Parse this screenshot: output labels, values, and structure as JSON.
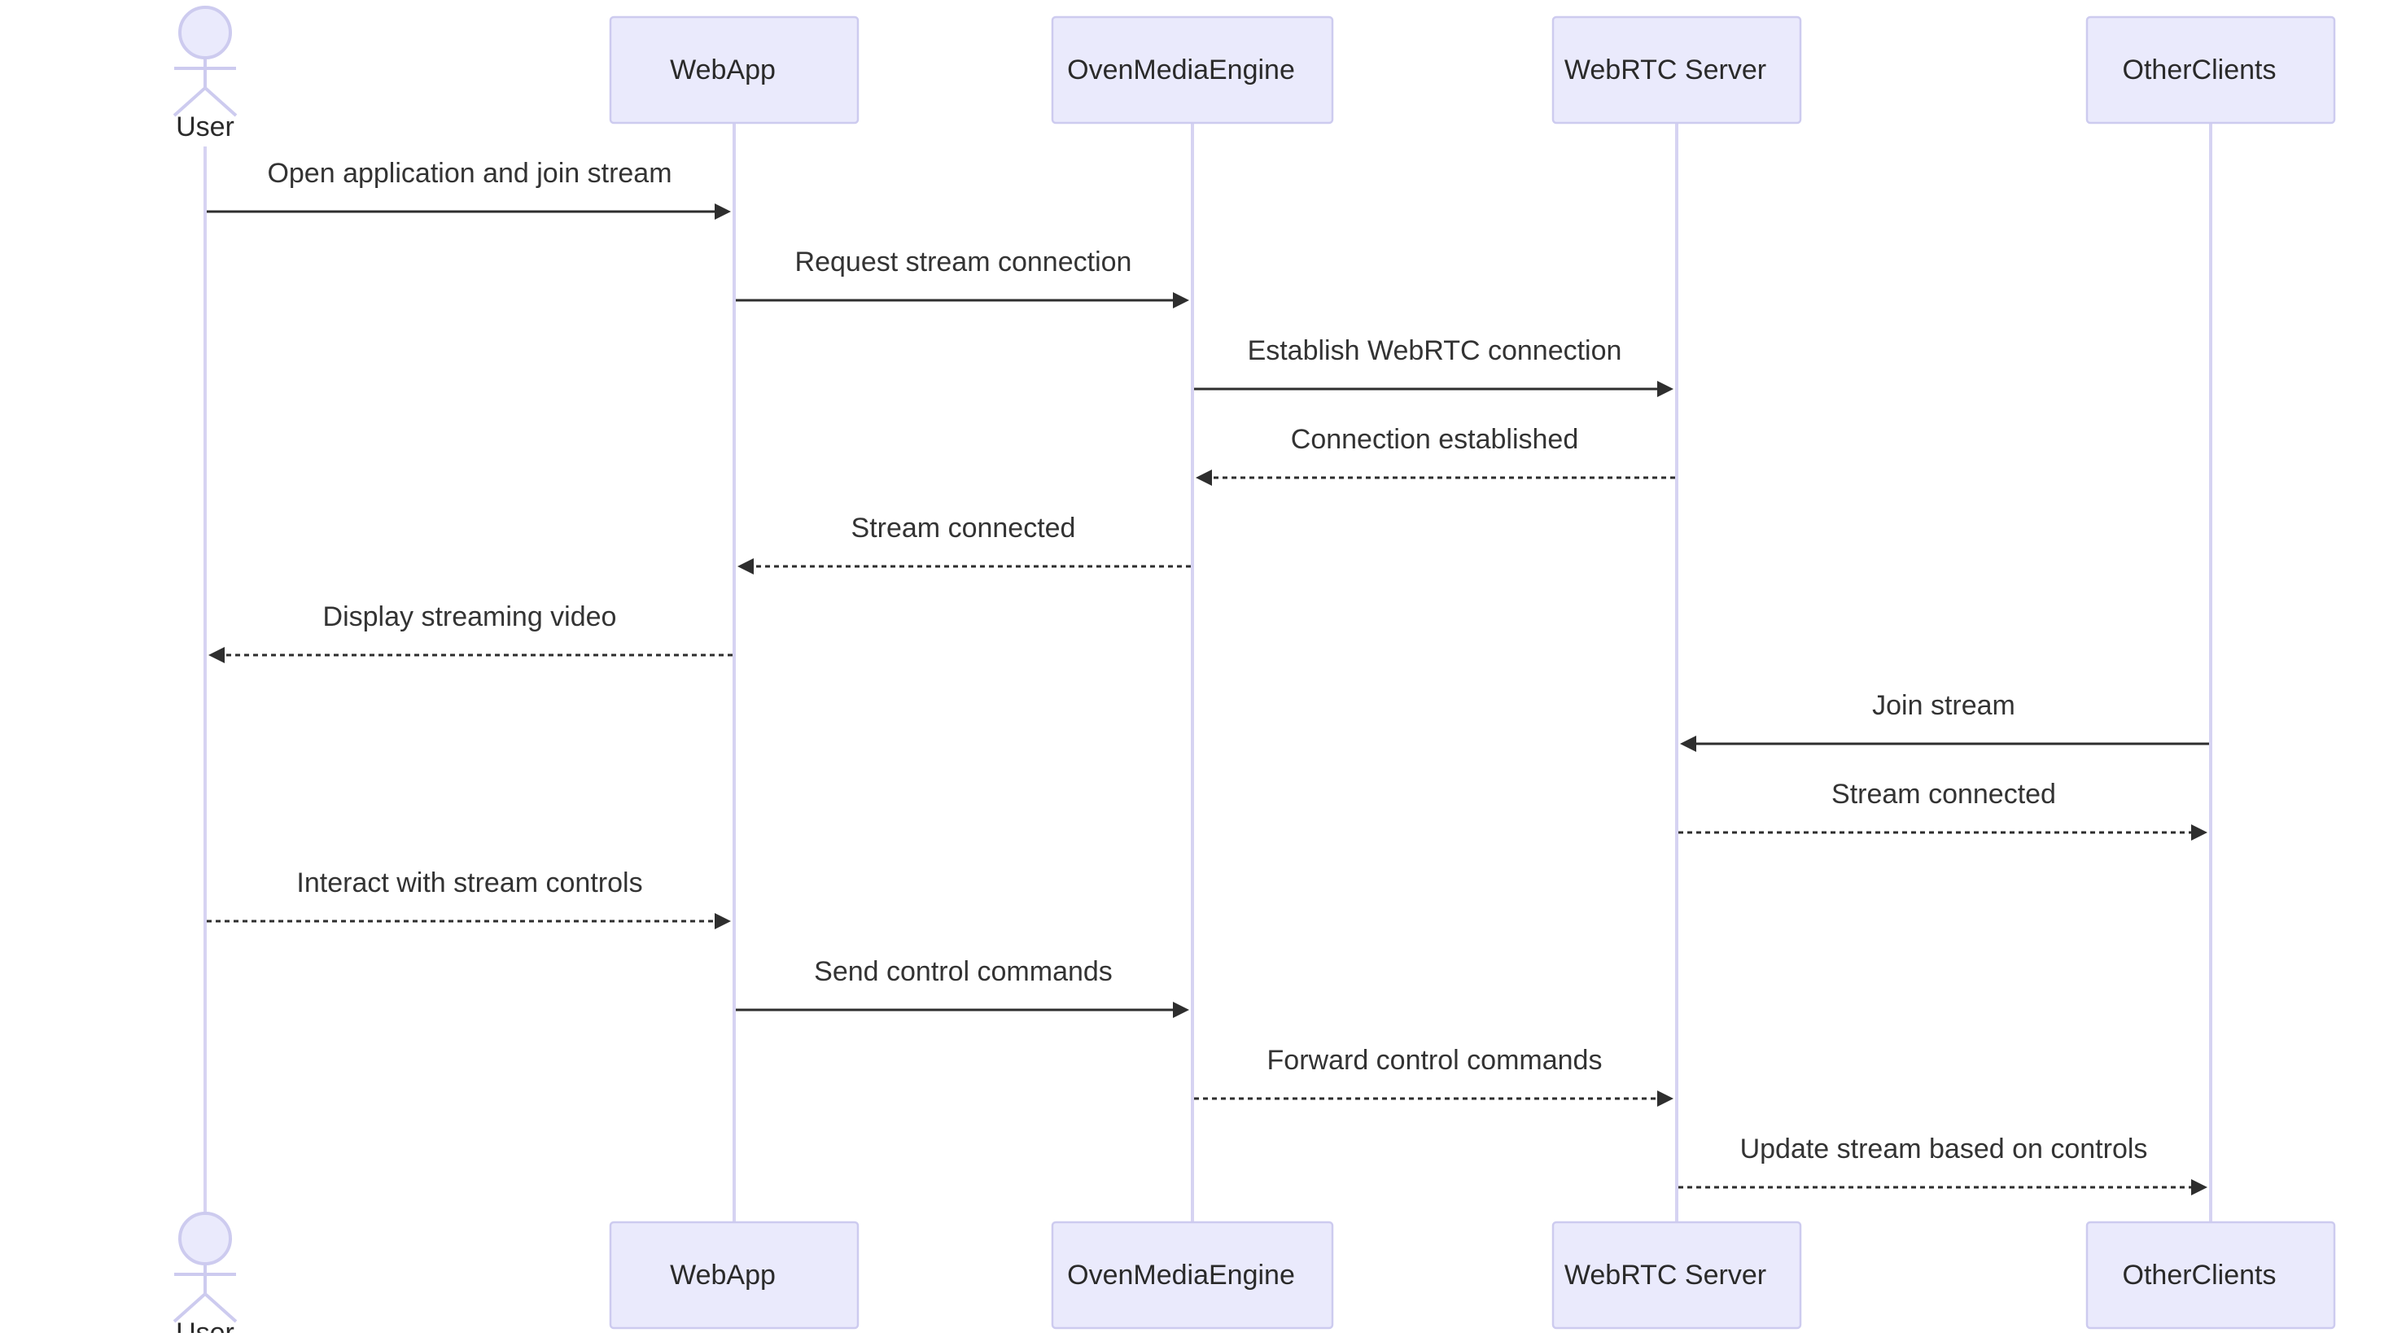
{
  "diagram": {
    "type": "sequence",
    "colors": {
      "participant_fill": "#eaeafc",
      "participant_stroke": "#cdcbef",
      "lifeline": "#d6d3f2",
      "message": "#2e2e2e",
      "text": "#333333"
    },
    "participants": [
      {
        "id": "user",
        "label": "User",
        "kind": "actor"
      },
      {
        "id": "webapp",
        "label": "WebApp",
        "kind": "box"
      },
      {
        "id": "ome",
        "label": "OvenMediaEngine",
        "kind": "box"
      },
      {
        "id": "webrtc",
        "label": "WebRTC Server",
        "kind": "box"
      },
      {
        "id": "clients",
        "label": "OtherClients",
        "kind": "box"
      }
    ],
    "messages": [
      {
        "from": "user",
        "to": "webapp",
        "label": "Open application and join stream",
        "style": "solid"
      },
      {
        "from": "webapp",
        "to": "ome",
        "label": "Request stream connection",
        "style": "solid"
      },
      {
        "from": "ome",
        "to": "webrtc",
        "label": "Establish WebRTC connection",
        "style": "solid"
      },
      {
        "from": "webrtc",
        "to": "ome",
        "label": "Connection established",
        "style": "dotted"
      },
      {
        "from": "ome",
        "to": "webapp",
        "label": "Stream connected",
        "style": "dotted"
      },
      {
        "from": "webapp",
        "to": "user",
        "label": "Display streaming video",
        "style": "dotted"
      },
      {
        "from": "clients",
        "to": "webrtc",
        "label": "Join stream",
        "style": "solid"
      },
      {
        "from": "webrtc",
        "to": "clients",
        "label": "Stream connected",
        "style": "dotted"
      },
      {
        "from": "user",
        "to": "webapp",
        "label": "Interact with stream controls",
        "style": "dotted"
      },
      {
        "from": "webapp",
        "to": "ome",
        "label": "Send control commands",
        "style": "solid"
      },
      {
        "from": "ome",
        "to": "webrtc",
        "label": "Forward control commands",
        "style": "dotted"
      },
      {
        "from": "webrtc",
        "to": "clients",
        "label": "Update stream based on controls",
        "style": "dotted"
      }
    ]
  }
}
